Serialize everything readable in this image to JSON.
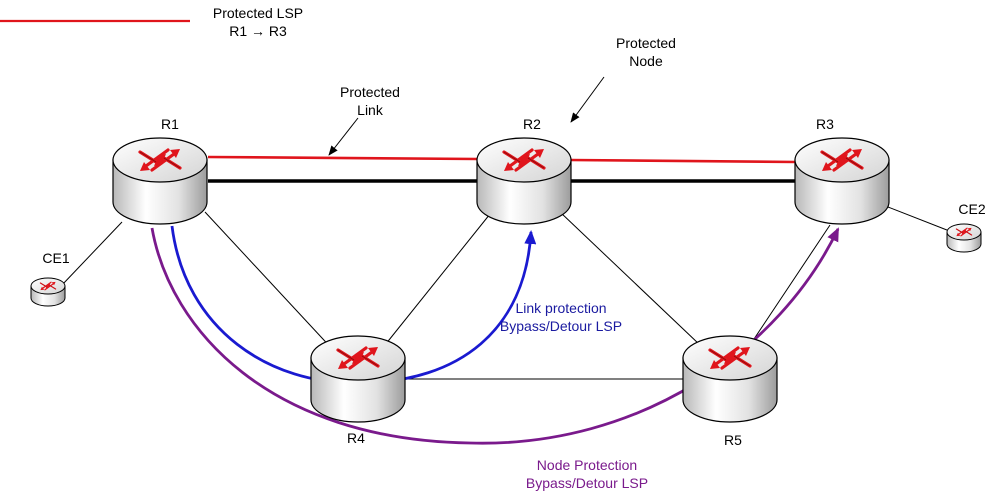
{
  "legend": {
    "line_label": "Protected LSP",
    "route_label": "R1 → R3",
    "line_color": "#e0151c"
  },
  "annotations": {
    "protected_link": [
      "Protected",
      "Link"
    ],
    "protected_node": [
      "Protected",
      "Node"
    ],
    "link_protection": [
      "Link protection",
      "Bypass/Detour LSP"
    ],
    "node_protection": [
      "Node Protection",
      "Bypass/Detour LSP"
    ]
  },
  "nodes": {
    "r1": "R1",
    "r2": "R2",
    "r3": "R3",
    "r4": "R4",
    "r5": "R5",
    "ce1": "CE1",
    "ce2": "CE2"
  },
  "colors": {
    "protected_lsp": "#e0151c",
    "link_protection": "#1a1ad0",
    "node_protection": "#7a1a8c",
    "router_arrows": "#e0151c"
  }
}
